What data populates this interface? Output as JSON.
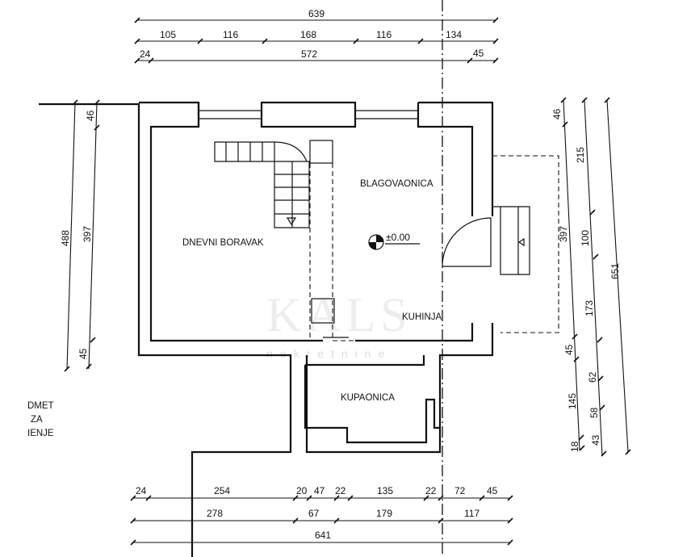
{
  "rooms": {
    "living": "DNEVNI BORAVAK",
    "dining": "BLAGOVAONICA",
    "kitchen": "KUHINJA",
    "bath": "KUPAONICA"
  },
  "level_mark": "±0.00",
  "legend_fragment": [
    "DMET",
    "ZA",
    "IENJE"
  ],
  "watermark": {
    "brand": "KALS",
    "sub": "nekretnine"
  },
  "top_dims": {
    "row1": [
      "639"
    ],
    "row2": [
      "105",
      "116",
      "168",
      "116",
      "134"
    ],
    "row3": [
      "24",
      "572",
      "45"
    ]
  },
  "bottom_dims": {
    "row1": [
      "24",
      "254",
      "20",
      "47",
      "22",
      "135",
      "22",
      "72",
      "45"
    ],
    "row2": [
      "278",
      "67",
      "179",
      "117"
    ],
    "row3": [
      "641"
    ]
  },
  "left_dims": {
    "inner": [
      "46",
      "397",
      "45"
    ],
    "outer": [
      "488"
    ]
  },
  "right_dims": {
    "inner": [
      "46",
      "397",
      "45",
      "145",
      "18"
    ],
    "middle": [
      "215",
      "100",
      "173",
      "62",
      "58",
      "43"
    ],
    "outer": [
      "651"
    ]
  }
}
